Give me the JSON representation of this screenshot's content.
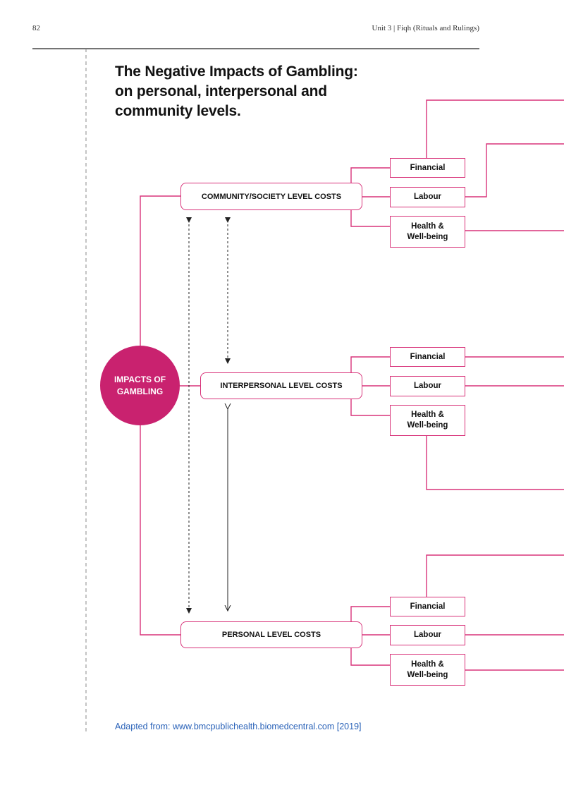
{
  "header": {
    "page_number": "82",
    "running_head": "Unit 3 | Fiqh (Rituals and Rulings)"
  },
  "title": {
    "line1": "The Negative Impacts of Gambling:",
    "line2": "on personal, interpersonal and",
    "line3": "community levels."
  },
  "center": {
    "label_line1": "IMPACTS OF",
    "label_line2": "GAMBLING"
  },
  "levels": {
    "community": "COMMUNITY/SOCIETY LEVEL COSTS",
    "interpersonal": "INTERPERSONAL LEVEL COSTS",
    "personal": "PERSONAL LEVEL COSTS"
  },
  "categories": {
    "financial": "Financial",
    "labour": "Labour",
    "health_line1": "Health &",
    "health_line2": "Well-being"
  },
  "source": "Adapted from: www.bmcpublichealth.biomedcentral.com [2019]",
  "colors": {
    "accent": "#d8337a",
    "circle_fill": "#c9226f",
    "source_link": "#2a62b8"
  }
}
